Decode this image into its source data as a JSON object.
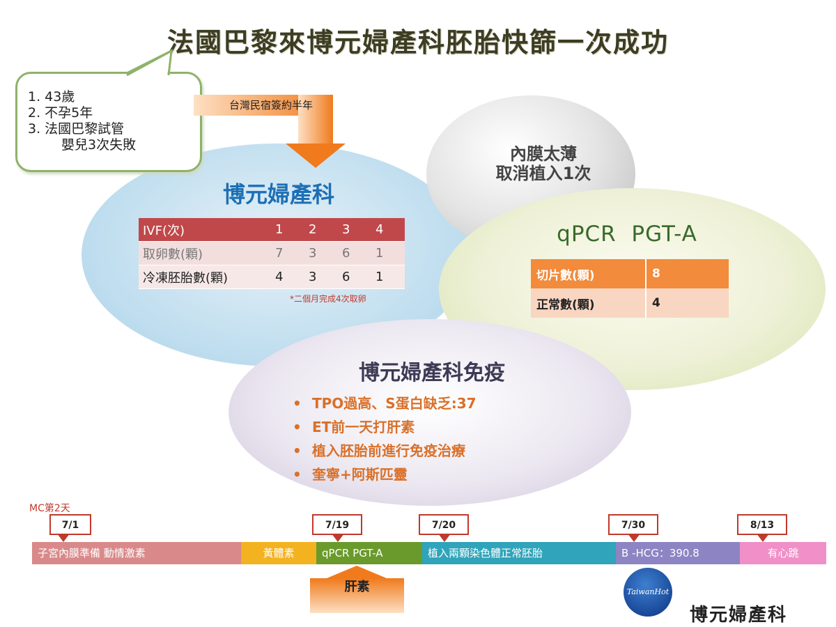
{
  "title": "法國巴黎來博元婦產科胚胎快篩一次成功",
  "patient_notes": [
    "1. 43歲",
    "2. 不孕5年",
    "3. 法國巴黎試管",
    "嬰兒3次失敗"
  ],
  "arrow_label": "台灣民宿簽約半年",
  "clinic": {
    "heading": "博元婦產科",
    "table": {
      "header": [
        "IVF(次)",
        "1",
        "2",
        "3",
        "4"
      ],
      "rows": [
        [
          "取卵數(顆)",
          "7",
          "3",
          "6",
          "1"
        ],
        [
          "冷凍胚胎數(顆)",
          "4",
          "3",
          "6",
          "1"
        ]
      ]
    },
    "note": "*二個月完成4次取卵"
  },
  "cancel_note": [
    "內膜太薄",
    "取消植入1次"
  ],
  "pgt": {
    "heading": "qPCR  PGT-A",
    "rows": [
      [
        "切片數(顆)",
        "8"
      ],
      [
        "正常數(顆)",
        "4"
      ]
    ]
  },
  "immunity": {
    "heading": "博元婦產科免疫",
    "bullet_char": "•",
    "items": [
      "TPO過高、S蛋白缺乏:37",
      "ET前一天打肝素",
      "植入胚胎前進行免疫治療",
      "奎寧+阿斯匹靈"
    ]
  },
  "timeline": {
    "mc_label": "MC第2天",
    "dates": [
      "7/1",
      "7/19",
      "7/20",
      "7/30",
      "8/13"
    ],
    "segments": [
      {
        "label": "子宮內膜準備  動情激素",
        "color": "#d98989"
      },
      {
        "label": "黃體素",
        "color": "#f3b21f"
      },
      {
        "label": "qPCR  PGT-A",
        "color": "#6a9a2b"
      },
      {
        "label": "植入兩顆染色體正常胚胎",
        "color": "#2fa4ba"
      },
      {
        "label": "B -HCG：390.8",
        "color": "#8d84c4"
      },
      {
        "label": "有心跳",
        "color": "#f08fc8"
      }
    ],
    "arrow_label": "肝素"
  },
  "logo_text": "TaiwanHot",
  "brand": "博元婦產科"
}
